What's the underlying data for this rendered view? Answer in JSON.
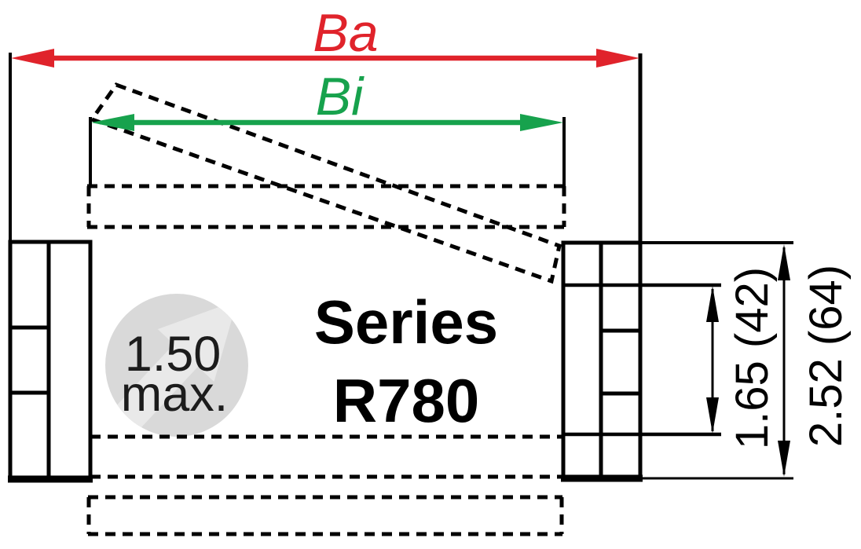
{
  "labels": {
    "outer_width": "Ba",
    "inner_width": "Bi"
  },
  "series": {
    "line1": "Series",
    "line2": "R780"
  },
  "watermark": {
    "line1": "1.50",
    "line2": "max."
  },
  "dims": {
    "inner_height": "1.65 (42)",
    "outer_height": "2.52 (64)"
  },
  "colors": {
    "red": "#e0232b",
    "green": "#17a24d",
    "black": "#000000",
    "watermark_circle": "#d9d9d9",
    "watermark_arrow": "#e9e9e9",
    "watermark_text": "#1c1c1c",
    "background": "#ffffff"
  }
}
